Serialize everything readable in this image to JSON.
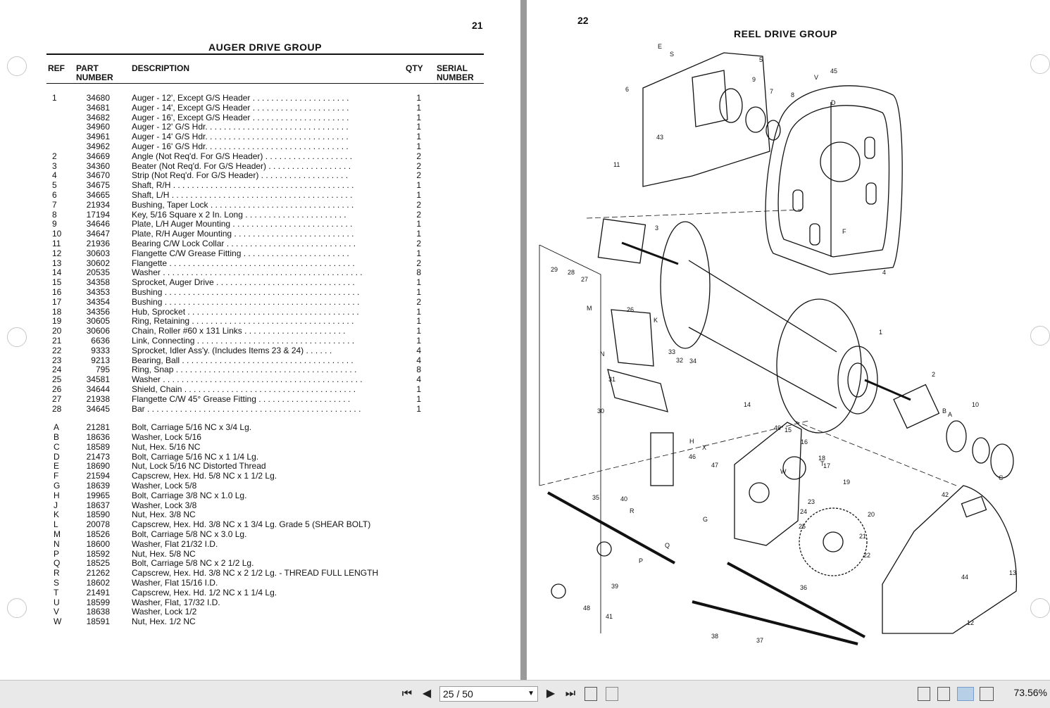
{
  "left_page": {
    "page_number": "21",
    "title": "AUGER DRIVE GROUP",
    "headers": {
      "ref": "REF",
      "part": "PART NUMBER",
      "description": "DESCRIPTION",
      "qty": "QTY",
      "serial": "SERIAL NUMBER"
    },
    "rows": [
      {
        "ref": "1",
        "part": "34680",
        "desc": "Auger - 12', Except G/S Header",
        "qty": "1"
      },
      {
        "ref": "",
        "part": "34681",
        "desc": "Auger - 14', Except G/S Header",
        "qty": "1"
      },
      {
        "ref": "",
        "part": "34682",
        "desc": "Auger - 16', Except G/S Header",
        "qty": "1"
      },
      {
        "ref": "",
        "part": "34960",
        "desc": "Auger - 12' G/S Hdr.",
        "qty": "1"
      },
      {
        "ref": "",
        "part": "34961",
        "desc": "Auger - 14' G/S Hdr.",
        "qty": "1"
      },
      {
        "ref": "",
        "part": "34962",
        "desc": "Auger - 16' G/S Hdr.",
        "qty": "1"
      },
      {
        "ref": "2",
        "part": "34669",
        "desc": "Angle (Not Req'd. For G/S Header)",
        "qty": "2"
      },
      {
        "ref": "3",
        "part": "34360",
        "desc": "Beater (Not Req'd. For G/S Header)",
        "qty": "2"
      },
      {
        "ref": "4",
        "part": "34670",
        "desc": "Strip (Not Req'd. For G/S Header)",
        "qty": "2"
      },
      {
        "ref": "5",
        "part": "34675",
        "desc": "Shaft, R/H",
        "qty": "1"
      },
      {
        "ref": "6",
        "part": "34665",
        "desc": "Shaft, L/H",
        "qty": "1"
      },
      {
        "ref": "7",
        "part": "21934",
        "desc": "Bushing, Taper Lock",
        "qty": "2"
      },
      {
        "ref": "8",
        "part": "17194",
        "desc": "Key, 5/16 Square x 2 In. Long",
        "qty": "2"
      },
      {
        "ref": "9",
        "part": "34646",
        "desc": "Plate, L/H Auger Mounting",
        "qty": "1"
      },
      {
        "ref": "10",
        "part": "34647",
        "desc": "Plate, R/H Auger Mounting",
        "qty": "1"
      },
      {
        "ref": "11",
        "part": "21936",
        "desc": "Bearing C/W Lock Collar",
        "qty": "2"
      },
      {
        "ref": "12",
        "part": "30603",
        "desc": "Flangette C/W Grease Fitting",
        "qty": "1"
      },
      {
        "ref": "13",
        "part": "30602",
        "desc": "Flangette",
        "qty": "2"
      },
      {
        "ref": "14",
        "part": "20535",
        "desc": "Washer",
        "qty": "8"
      },
      {
        "ref": "15",
        "part": "34358",
        "desc": "Sprocket, Auger Drive",
        "qty": "1"
      },
      {
        "ref": "16",
        "part": "34353",
        "desc": "Bushing",
        "qty": "1"
      },
      {
        "ref": "17",
        "part": "34354",
        "desc": "Bushing",
        "qty": "2"
      },
      {
        "ref": "18",
        "part": "34356",
        "desc": "Hub, Sprocket",
        "qty": "1"
      },
      {
        "ref": "19",
        "part": "30605",
        "desc": "Ring, Retaining",
        "qty": "1"
      },
      {
        "ref": "20",
        "part": "30606",
        "desc": "Chain, Roller #60 x 131 Links",
        "qty": "1"
      },
      {
        "ref": "21",
        "part": "6636",
        "desc": "Link, Connecting",
        "qty": "1"
      },
      {
        "ref": "22",
        "part": "9333",
        "desc": "Sprocket, Idler Ass'y. (Includes Items 23 & 24)",
        "qty": "4"
      },
      {
        "ref": "23",
        "part": "9213",
        "desc": "Bearing, Ball",
        "qty": "4"
      },
      {
        "ref": "24",
        "part": "795",
        "desc": "Ring, Snap",
        "qty": "8"
      },
      {
        "ref": "25",
        "part": "34581",
        "desc": "Washer",
        "qty": "4"
      },
      {
        "ref": "26",
        "part": "34644",
        "desc": "Shield, Chain",
        "qty": "1"
      },
      {
        "ref": "27",
        "part": "21938",
        "desc": "Flangette C/W 45° Grease Fitting",
        "qty": "1"
      },
      {
        "ref": "28",
        "part": "34645",
        "desc": "Bar",
        "qty": "1"
      }
    ],
    "letter_rows": [
      {
        "ref": "A",
        "part": "21281",
        "desc": "Bolt, Carriage 5/16 NC x 3/4 Lg."
      },
      {
        "ref": "B",
        "part": "18636",
        "desc": "Washer, Lock 5/16"
      },
      {
        "ref": "C",
        "part": "18589",
        "desc": "Nut, Hex. 5/16 NC"
      },
      {
        "ref": "D",
        "part": "21473",
        "desc": "Bolt, Carriage 5/16 NC x 1 1/4 Lg."
      },
      {
        "ref": "E",
        "part": "18690",
        "desc": "Nut, Lock 5/16 NC Distorted Thread"
      },
      {
        "ref": "F",
        "part": "21594",
        "desc": "Capscrew, Hex. Hd. 5/8 NC x 1 1/2 Lg."
      },
      {
        "ref": "G",
        "part": "18639",
        "desc": "Washer, Lock 5/8"
      },
      {
        "ref": "H",
        "part": "19965",
        "desc": "Bolt, Carriage 3/8 NC x 1.0 Lg."
      },
      {
        "ref": "J",
        "part": "18637",
        "desc": "Washer, Lock 3/8"
      },
      {
        "ref": "K",
        "part": "18590",
        "desc": "Nut, Hex. 3/8 NC"
      },
      {
        "ref": "L",
        "part": "20078",
        "desc": "Capscrew, Hex. Hd. 3/8 NC x 1 3/4 Lg. Grade 5 (SHEAR BOLT)"
      },
      {
        "ref": "M",
        "part": "18526",
        "desc": "Bolt, Carriage 5/8 NC x 3.0 Lg."
      },
      {
        "ref": "N",
        "part": "18600",
        "desc": "Washer, Flat 21/32 I.D."
      },
      {
        "ref": "P",
        "part": "18592",
        "desc": "Nut, Hex. 5/8 NC"
      },
      {
        "ref": "Q",
        "part": "18525",
        "desc": "Bolt, Carriage 5/8 NC x 2 1/2 Lg."
      },
      {
        "ref": "R",
        "part": "21262",
        "desc": "Capscrew, Hex. Hd. 3/8 NC x 2 1/2 Lg. - THREAD FULL LENGTH"
      },
      {
        "ref": "S",
        "part": "18602",
        "desc": "Washer, Flat 15/16 I.D."
      },
      {
        "ref": "T",
        "part": "21491",
        "desc": "Capscrew, Hex. Hd. 1/2 NC x 1 1/4 Lg."
      },
      {
        "ref": "U",
        "part": "18599",
        "desc": "Washer, Flat, 17/32 I.D."
      },
      {
        "ref": "V",
        "part": "18638",
        "desc": "Washer, Lock 1/2"
      },
      {
        "ref": "W",
        "part": "18591",
        "desc": "Nut, Hex. 1/2 NC"
      }
    ]
  },
  "right_page": {
    "page_number": "22",
    "title": "REEL DRIVE GROUP",
    "callouts": [
      "1",
      "2",
      "3",
      "4",
      "5",
      "6",
      "7",
      "8",
      "9",
      "10",
      "11",
      "12",
      "13",
      "14",
      "15",
      "16",
      "17",
      "18",
      "19",
      "20",
      "21",
      "22",
      "23",
      "24",
      "25",
      "26",
      "27",
      "28",
      "29",
      "30",
      "31",
      "32",
      "33",
      "34",
      "35",
      "36",
      "37",
      "38",
      "39",
      "40",
      "41",
      "42",
      "43",
      "44",
      "45",
      "46",
      "47",
      "48",
      "49",
      "A",
      "B",
      "C",
      "D",
      "E",
      "F",
      "G",
      "H",
      "K",
      "M",
      "N",
      "P",
      "Q",
      "R",
      "S",
      "T",
      "V",
      "W",
      "X"
    ]
  },
  "toolbar": {
    "page_indicator": "25 / 50",
    "zoom": "73.56%",
    "icons": [
      "first-page-icon",
      "prev-page-icon",
      "next-page-icon",
      "last-page-icon",
      "fit-page-icon",
      "fit-width-icon",
      "single-page-icon",
      "continuous-icon",
      "two-page-icon",
      "two-page-continuous-icon"
    ]
  }
}
